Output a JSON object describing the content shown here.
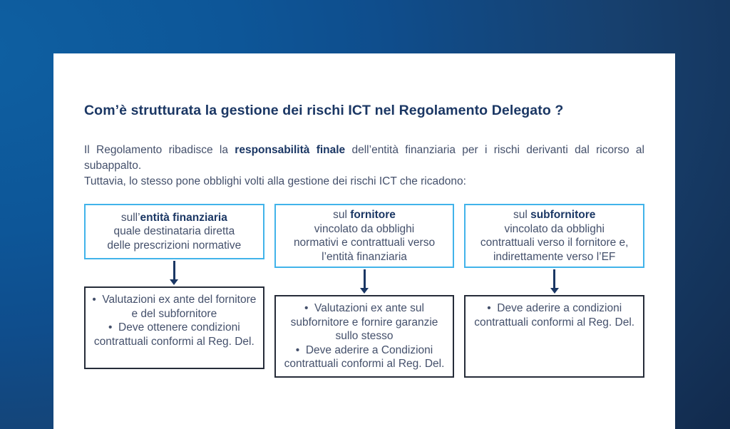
{
  "slide": {
    "title": "Com’è strutturata la gestione dei rischi ICT nel Regolamento Delegato ?",
    "intro": {
      "part1": "Il Regolamento ribadisce la ",
      "bold": "responsabilità finale",
      "part2": " dell’entità finanziaria per i rischi derivanti dal ricorso al subappalto.",
      "line2": "Tuttavia, lo stesso pone obblighi volti alla gestione dei rischi ICT che ricadono:"
    },
    "columns": [
      {
        "target": {
          "prefix": "sull’",
          "bold": "entità finanziaria",
          "lines": [
            "quale destinataria diretta",
            "delle prescrizioni normative"
          ]
        },
        "obligations": [
          "Valutazioni ex ante del fornitore e del subfornitore",
          "Deve ottenere condizioni contrattuali conformi al Reg. Del."
        ]
      },
      {
        "target": {
          "prefix": "sul ",
          "bold": "fornitore",
          "lines": [
            "vincolato da obblighi",
            "normativi e contrattuali verso",
            "l’entità finanziaria"
          ]
        },
        "obligations": [
          "Valutazioni ex ante sul subfornitore e fornire garanzie sullo stesso",
          "Deve aderire a Condizioni contrattuali conformi al Reg. Del."
        ]
      },
      {
        "target": {
          "prefix": "sul ",
          "bold": "subfornitore",
          "lines": [
            "vincolato da obblighi",
            "contrattuali verso il fornitore e,",
            "indirettamente verso l’EF"
          ]
        },
        "obligations": [
          "Deve aderire a condizioni contrattuali conformi al Reg. Del."
        ]
      }
    ]
  },
  "colors": {
    "bg-light": "#0e60a2",
    "bg-dark": "#122a4c",
    "slide-bg": "#ffffff",
    "navy": "#1b3764",
    "body-text": "#44506b",
    "accent-blue": "#41b3ea",
    "dark-border": "#262c39"
  }
}
